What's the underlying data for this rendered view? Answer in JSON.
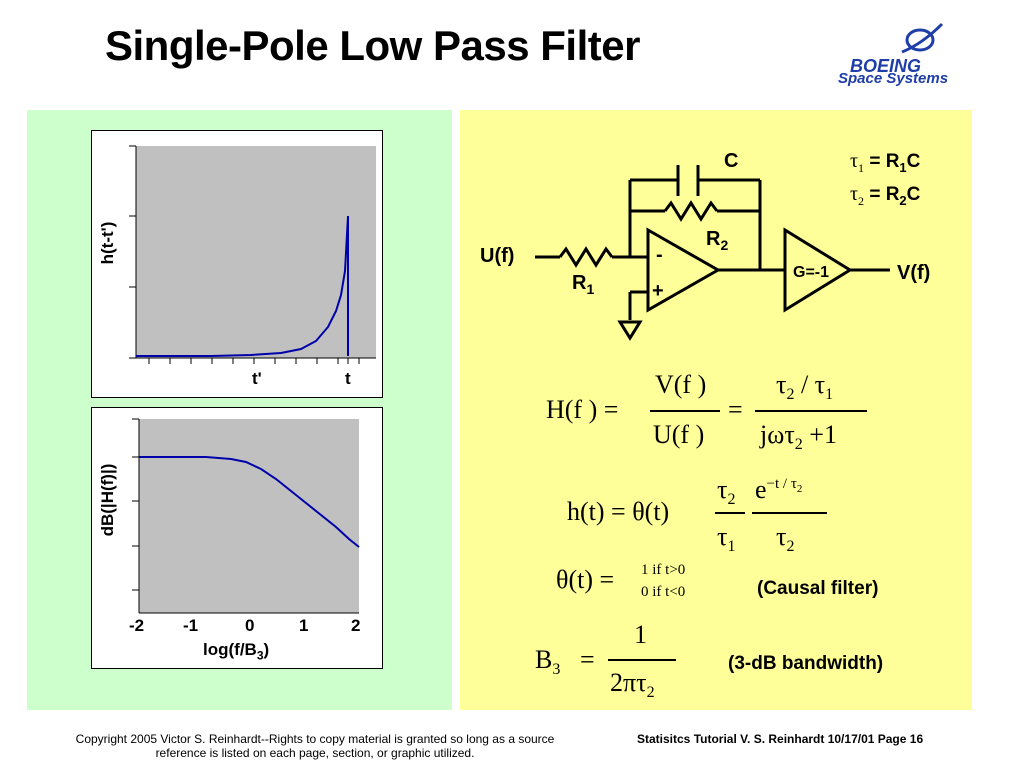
{
  "title": "Single-Pole Low Pass Filter",
  "logo": {
    "brand": "BOEING",
    "division": "Space Systems"
  },
  "chart_top": {
    "type": "line",
    "ylabel": "h(t-t')",
    "tick_labels": [
      "t'",
      "t"
    ],
    "series_color": "#0000aa"
  },
  "chart_bottom": {
    "type": "line",
    "ylabel": "dB(|H(f)|)",
    "xlabel": "log(f/B",
    "xlabel_sub": "3",
    "xlabel_end": ")",
    "x_ticks": [
      "-2",
      "-1",
      "0",
      "1",
      "2"
    ],
    "series_color": "#0000aa"
  },
  "circuit": {
    "c": "C",
    "r2": "R",
    "r2_sub": "2",
    "r1": "R",
    "r1_sub": "1",
    "input": "U(f)",
    "output": "V(f)",
    "gain": "G=-1",
    "minus": "-",
    "plus": "+",
    "tau1": "τ",
    "tau1_sub": "1",
    "tau1_eq": " = R",
    "tau1_eq_sub": "1",
    "tau1_end": "C",
    "tau2": "τ",
    "tau2_sub": "2",
    "tau2_eq": " = R",
    "tau2_eq_sub": "2",
    "tau2_end": "C"
  },
  "equations": {
    "H_lhs": "H(f ) =",
    "H_num1": "V(f )",
    "H_den1": "U(f )",
    "H_eq2": "=",
    "H_num2": "τ",
    "H_num2_sub": "2",
    "H_num2_rest": " / τ",
    "H_num2_sub2": "1",
    "H_den2": "jωτ",
    "H_den2_sub": "2",
    "H_den2_rest": " +1",
    "h_lhs": "h(t) = θ(t)",
    "h_num1": "τ",
    "h_num1_sub": "2",
    "h_den1": "τ",
    "h_den1_sub": "1",
    "h_num2": "e",
    "h_num2_sup": "−t / τ",
    "h_num2_sup_sub": "2",
    "h_den2": "τ",
    "h_den2_sub": "2",
    "theta_lhs": "θ(t) =",
    "theta_case1": "1 if  t>0",
    "theta_case2": "0 if  t<0",
    "causal": "(Causal filter)",
    "B_lhs": "B",
    "B_sub": "3",
    "B_eq": "=",
    "B_num": "1",
    "B_den": "2πτ",
    "B_den_sub": "2",
    "bandwidth": "(3-dB bandwidth)"
  },
  "footer": {
    "copyright_line1": "Copyright 2005 Victor S. Reinhardt--Rights to copy material is granted so long as a source",
    "copyright_line2": "reference is listed on each page, section, or graphic utilized.",
    "page_info": "Statisitcs Tutorial V. S. Reinhardt 10/17/01 Page 16"
  }
}
